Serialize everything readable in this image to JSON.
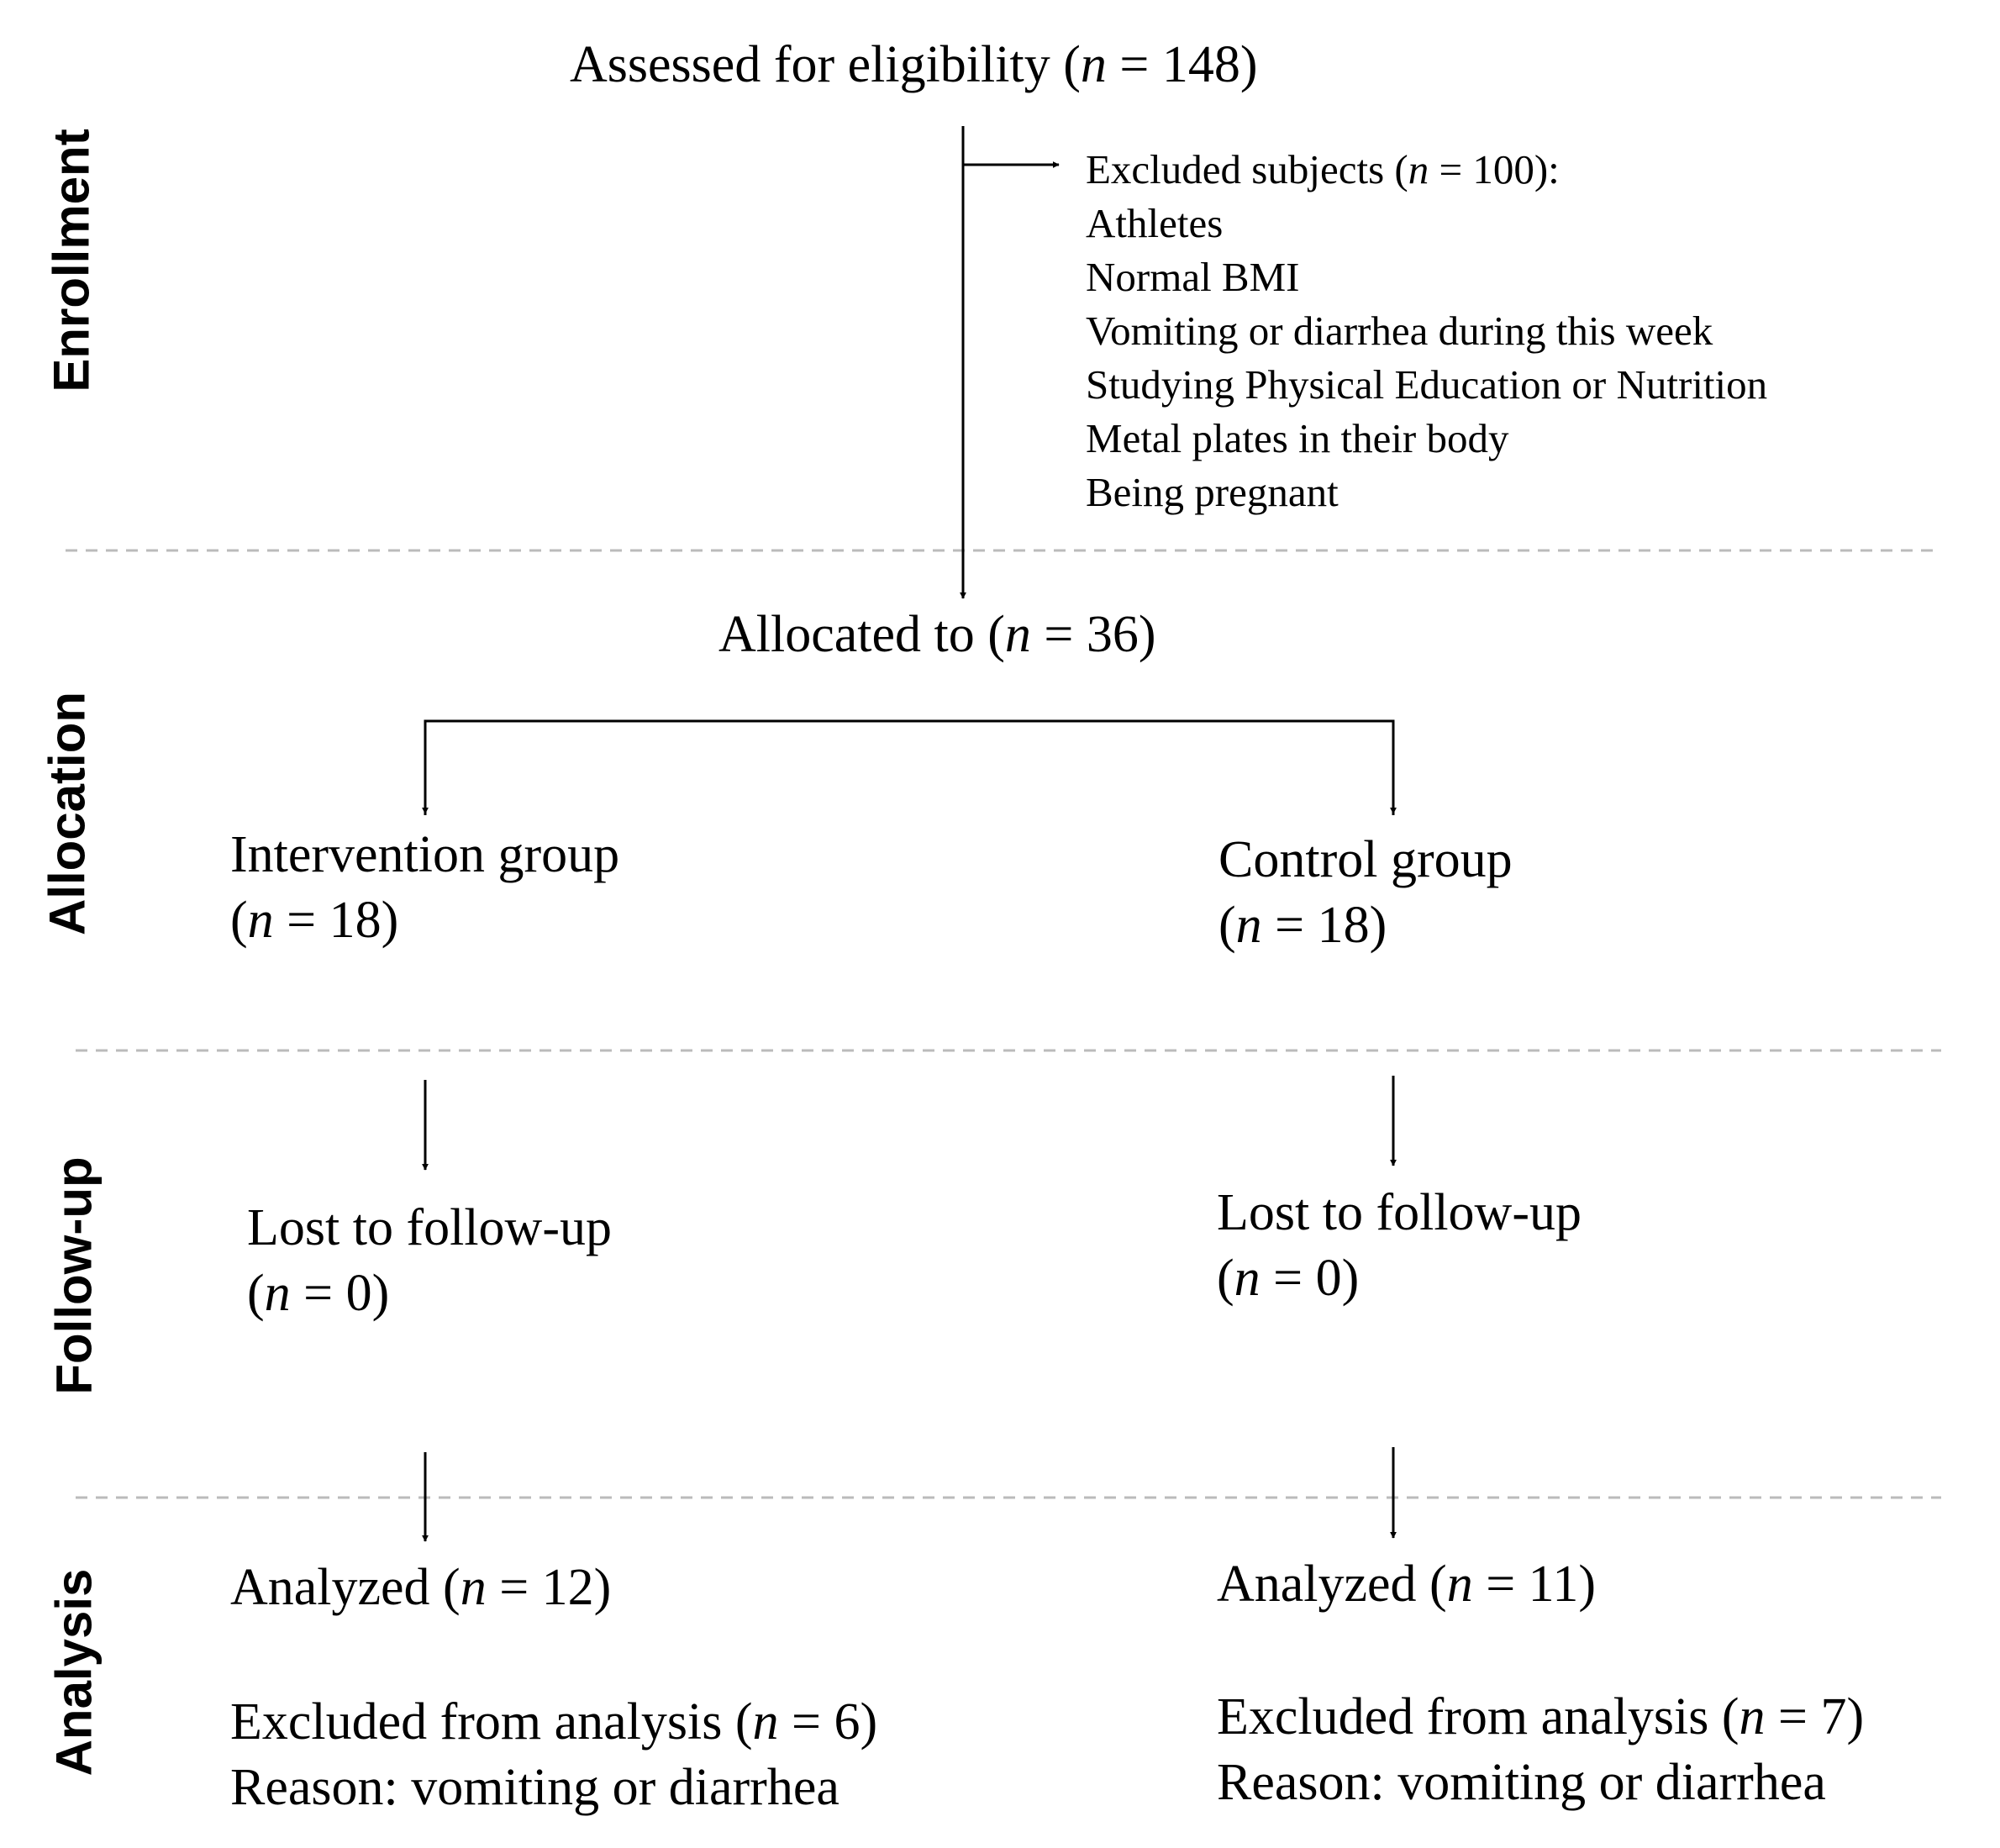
{
  "stages": {
    "enrollment": "Enrollment",
    "allocation": "Allocation",
    "follow_up": "Follow-up",
    "analysis": "Analysis"
  },
  "assessed": {
    "pre": "Assessed for eligibility (",
    "n": "n",
    "post": " = 148)"
  },
  "excluded": {
    "header_pre": "Excluded subjects (",
    "n": "n",
    "header_post": " = 100):",
    "reasons": [
      "Athletes",
      "Normal BMI",
      "Vomiting or diarrhea during this week",
      "Studying Physical Education or Nutrition",
      "Metal plates in their body",
      "Being pregnant"
    ]
  },
  "allocated": {
    "pre": "Allocated to (",
    "n": "n",
    "post": " = 36)"
  },
  "intervention": {
    "group": "Intervention group",
    "count_pre": "(",
    "n": "n",
    "count_post": " = 18)",
    "lost": "Lost to follow-up",
    "lost_pre": "(",
    "lost_n": "n",
    "lost_post": " = 0)",
    "analyzed_pre": "Analyzed (",
    "analyzed_n": "n",
    "analyzed_post": " = 12)",
    "excl_pre": "Excluded from analysis (",
    "excl_n": "n",
    "excl_post": " = 6)",
    "reason": "Reason: vomiting or diarrhea"
  },
  "control": {
    "group": "Control group",
    "count_pre": "(",
    "n": "n",
    "count_post": " = 18)",
    "lost": "Lost to follow-up",
    "lost_pre": "(",
    "lost_n": "n",
    "lost_post": " = 0)",
    "analyzed_pre": "Analyzed (",
    "analyzed_n": "n",
    "analyzed_post": " = 11)",
    "excl_pre": "Excluded from analysis (",
    "excl_n": "n",
    "excl_post": " = 7)",
    "reason": "Reason: vomiting or diarrhea"
  },
  "colors": {
    "line": "#000000",
    "divider": "#bbbbbb"
  }
}
